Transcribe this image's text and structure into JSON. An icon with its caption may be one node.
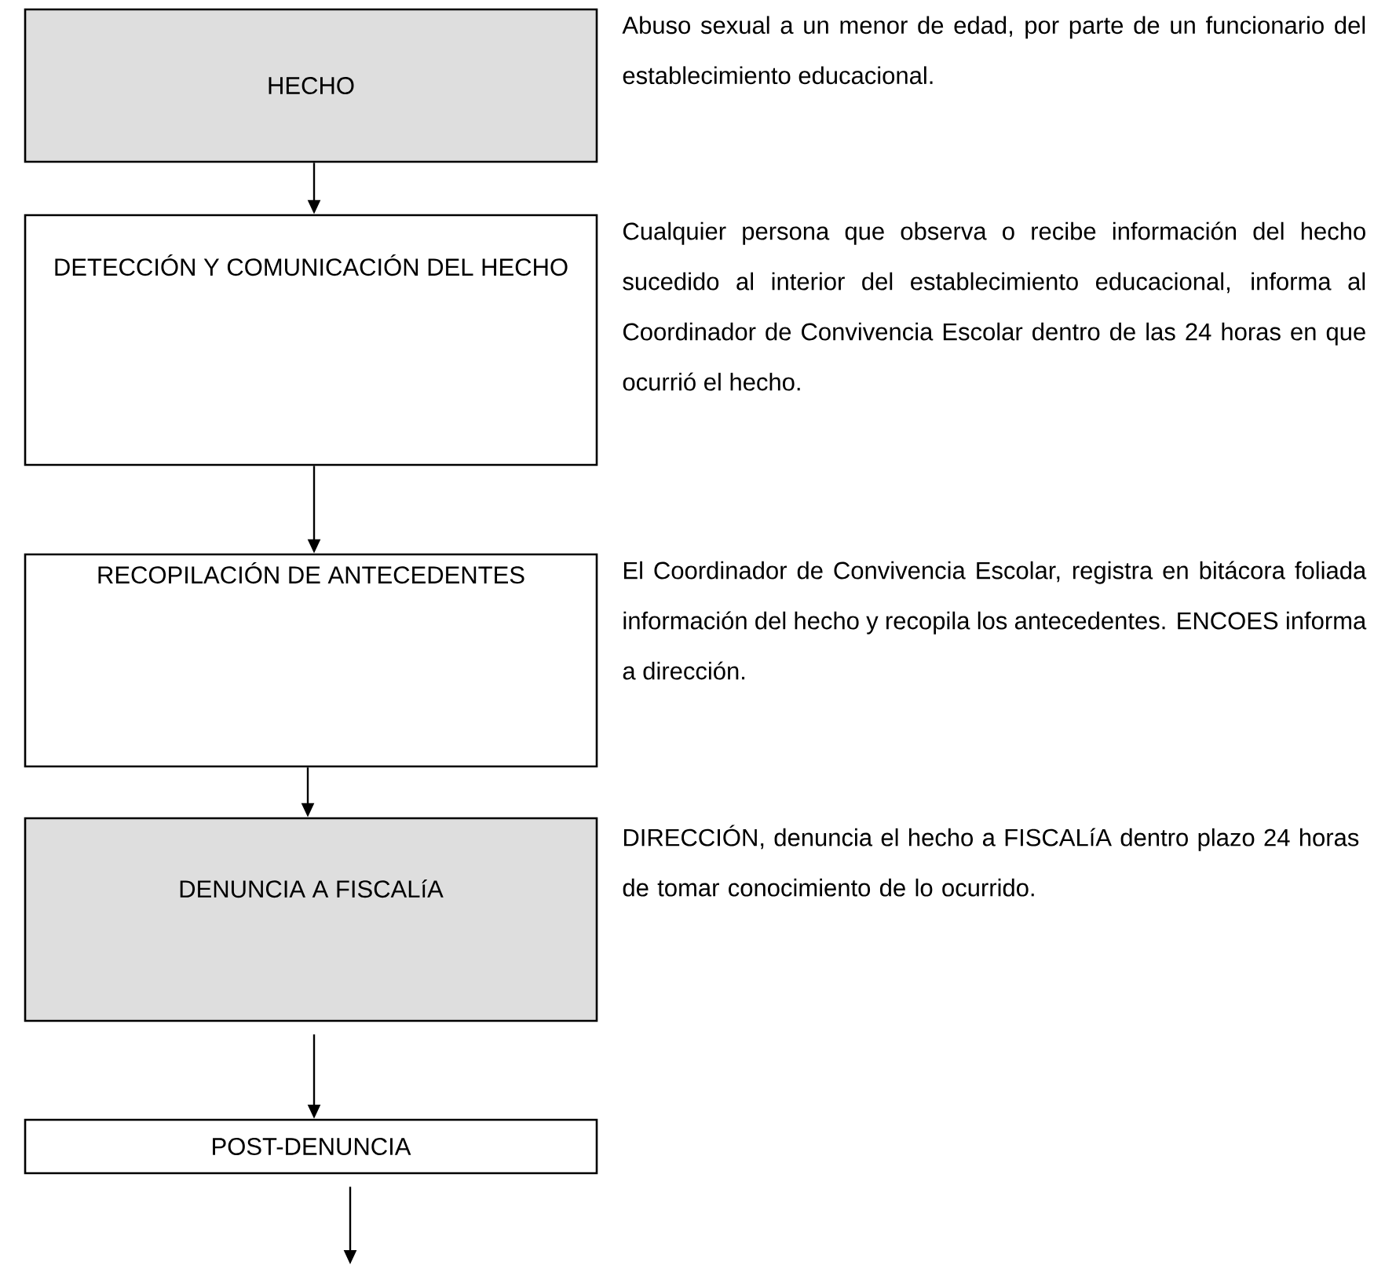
{
  "diagram": {
    "nodes": [
      {
        "text": [
          "HECHO"
        ],
        "beside": [
          "Abuso sexual a un menor de edad, por parte de un funcionario del establecimiento educacional."
        ]
      },
      {
        "text": [
          "DETECCIÓN Y COMUNICACIÓN DEL HECHO"
        ],
        "beside": [
          "Cualquier persona que observa o recibe información del hecho sucedido al interior del establecimiento educacional, informa al Coordinador de Convivencia Escolar dentro de las 24 horas en que ocurrió el hecho."
        ]
      },
      {
        "text": [
          "RECOPILACIÓN DE ANTECEDENTES"
        ],
        "beside": [
          "El Coordinador de Convivencia Escolar, registra en bitácora foliada información del hecho y recopila los antecedentes. ENCOES informa a dirección."
        ]
      },
      {
        "text": [
          "DENUNCIA A FISCALíA"
        ],
        "beside": [
          "DIRECCIÓN, denuncia el hecho a FISCALíA dentro plazo 24 horas de tomar conocimiento de lo ocurrido."
        ]
      },
      {
        "text": [
          "POST-DENUNCIA"
        ]
      }
    ],
    "edges": [
      {
        "from": 0,
        "to": 1,
        "arrow": "to"
      },
      {
        "from": 1,
        "to": 2,
        "arrow": "to"
      },
      {
        "from": 2,
        "to": 3,
        "arrow": "to"
      },
      {
        "from": 3,
        "to": 4,
        "arrow": "to"
      },
      {
        "from": 4,
        "to": null,
        "arrow": "to"
      }
    ]
  }
}
